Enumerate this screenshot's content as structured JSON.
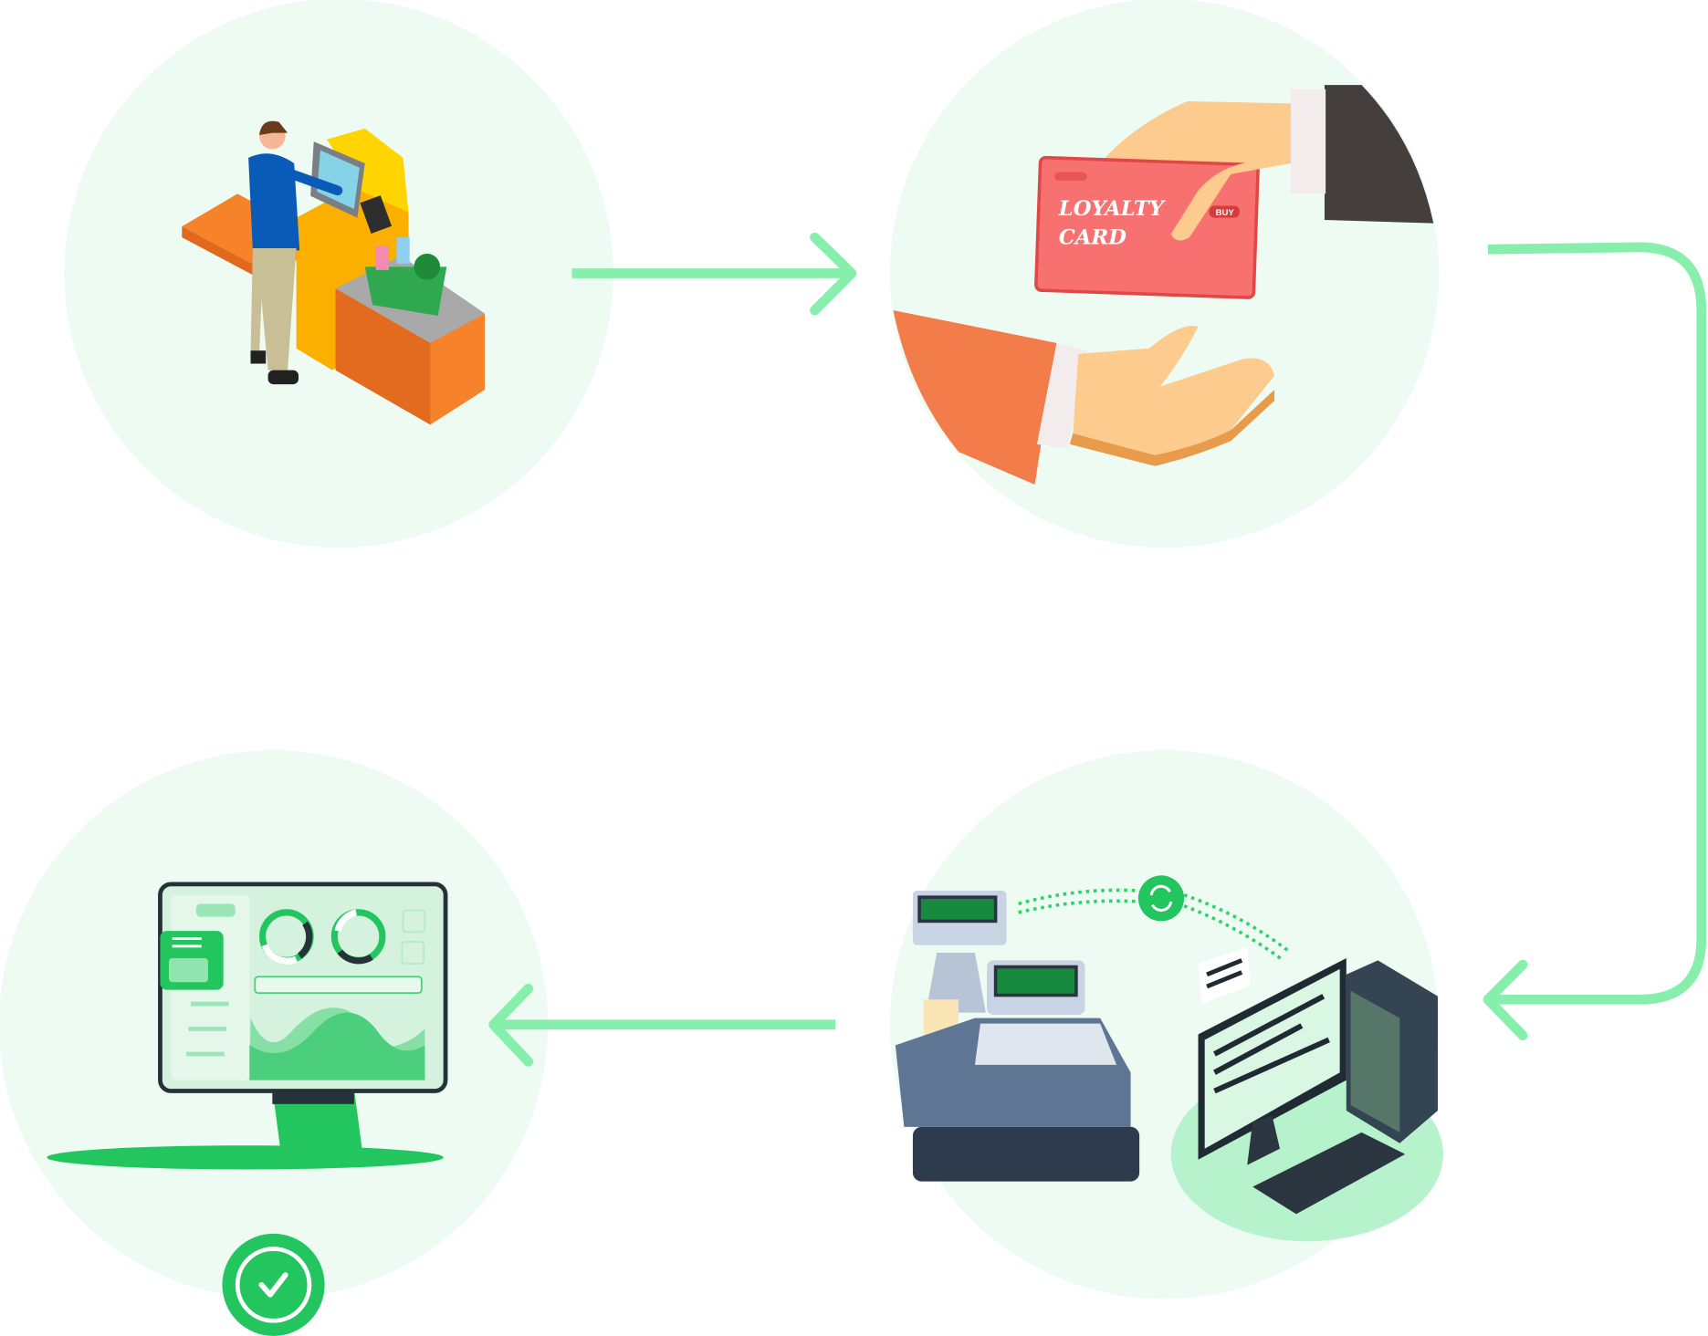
{
  "steps": [
    {
      "name": "self-checkout-kiosk"
    },
    {
      "name": "loyalty-card-handover",
      "card_line1": "LOYALTY",
      "card_line2": "CARD",
      "card_badge": "BUY"
    },
    {
      "name": "pos-register-sync"
    },
    {
      "name": "analytics-dashboard"
    }
  ],
  "colors": {
    "circle_bg": "#edfbf2",
    "arrow": "#86efac",
    "accent_green": "#22c55e",
    "card_red": "#f87171"
  },
  "icons": [
    "arrow-right-icon",
    "arrow-left-icon",
    "sync-icon",
    "check-circle-icon"
  ]
}
